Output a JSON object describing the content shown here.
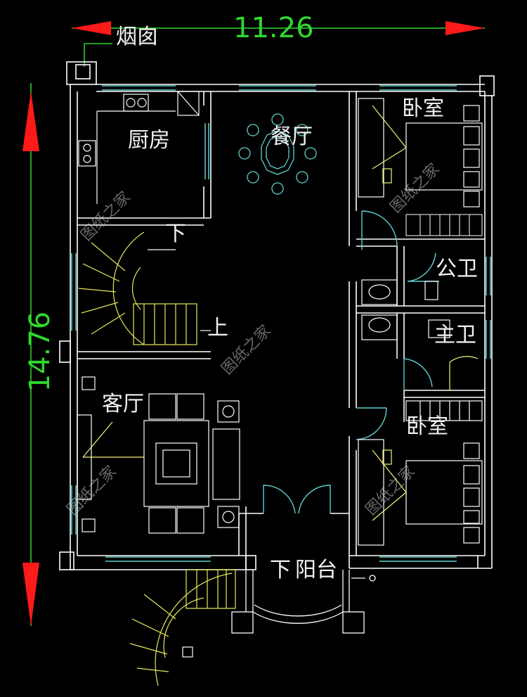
{
  "dimensions": {
    "width_label": "11.26",
    "height_label": "14.76"
  },
  "labels": {
    "chimney": "烟囱",
    "kitchen": "厨房",
    "dining": "餐厅",
    "bedroom_top": "卧室",
    "public_bath": "公卫",
    "master_bath": "主卫",
    "bedroom_bottom": "卧室",
    "living": "客厅",
    "stair_down": "下",
    "stair_up": "上",
    "balcony_down": "下",
    "balcony": "阳台"
  },
  "watermark": "图纸之家",
  "colors": {
    "background": "#000000",
    "wall": "#ffffff",
    "furniture": "#f4f478",
    "stairs": "#e8e85c",
    "window": "#5fd0d0",
    "dimension": "#2fd82f",
    "arrow": "#ff1a1a",
    "accent_magenta": "#e040e0",
    "accent_blue": "#2f6cff"
  }
}
